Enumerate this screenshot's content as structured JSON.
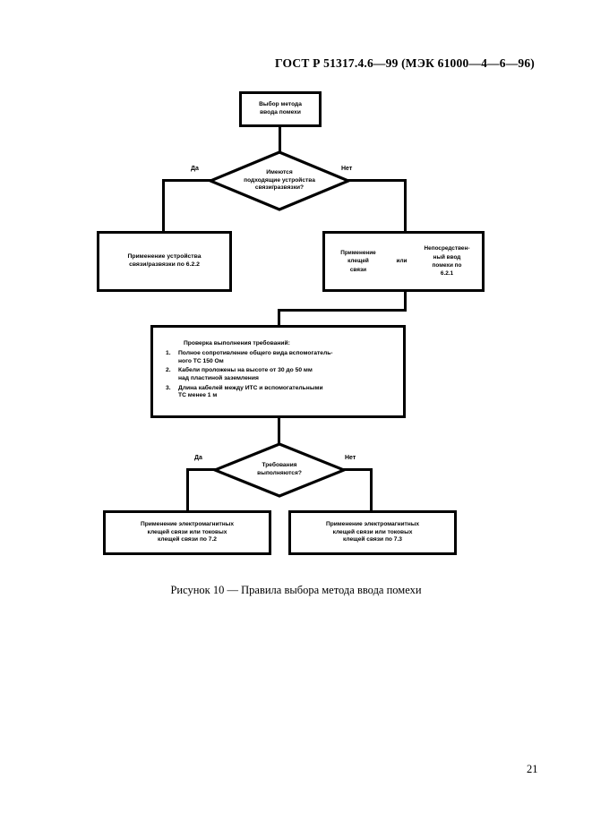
{
  "header": {
    "standard_ref": "ГОСТ Р 51317.4.6—99 (МЭК 61000—4—6—96)"
  },
  "page_number": "21",
  "figure": {
    "caption": "Рисунок 10 — Правила выбора метода ввода помехи"
  },
  "flowchart": {
    "start": {
      "line1": "Выбор метода",
      "line2": "ввода помехи"
    },
    "decision1": {
      "line1": "Имеются",
      "line2": "подходящие устройства",
      "line3": "связи/развязки?",
      "yes_label": "Да",
      "no_label": "Нет"
    },
    "coupling_box": {
      "line1": "Применение устройства",
      "line2": "связи/развязки по 6.2.2"
    },
    "clamp_box": {
      "left_line1": "Применение",
      "left_line2": "клещей",
      "left_line3": "связи",
      "conjunction": "или",
      "right_line1": "Непосредствен-",
      "right_line2": "ный ввод",
      "right_line3": "помехи по",
      "right_line4": "6.2.1"
    },
    "check_box": {
      "title": "Проверка выполнения требований:",
      "items": [
        {
          "num": "1.",
          "line1": "Полное сопротивление общего вида вспомогатель-",
          "line2": "ного ТС 150 Ом"
        },
        {
          "num": "2.",
          "line1": "Кабели проложены на высоте от 30 до 50 мм",
          "line2": "над пластиной заземления"
        },
        {
          "num": "3.",
          "line1": "Длина кабелей между ИТС и вспомогательными",
          "line2": "ТС  менее 1 м"
        }
      ]
    },
    "decision2": {
      "line1": "Требования",
      "line2": "выполняются?",
      "yes_label": "Да",
      "no_label": "Нет"
    },
    "result_left": {
      "line1": "Применение электромагнитных",
      "line2": "клещей связи или токовых",
      "line3": "клещей связи по 7.2"
    },
    "result_right": {
      "line1": "Применение электромагнитных",
      "line2": "клещей связи или токовых",
      "line3": "клещей связи по 7.3"
    }
  },
  "colors": {
    "ink": "#000000",
    "paper": "#ffffff"
  }
}
